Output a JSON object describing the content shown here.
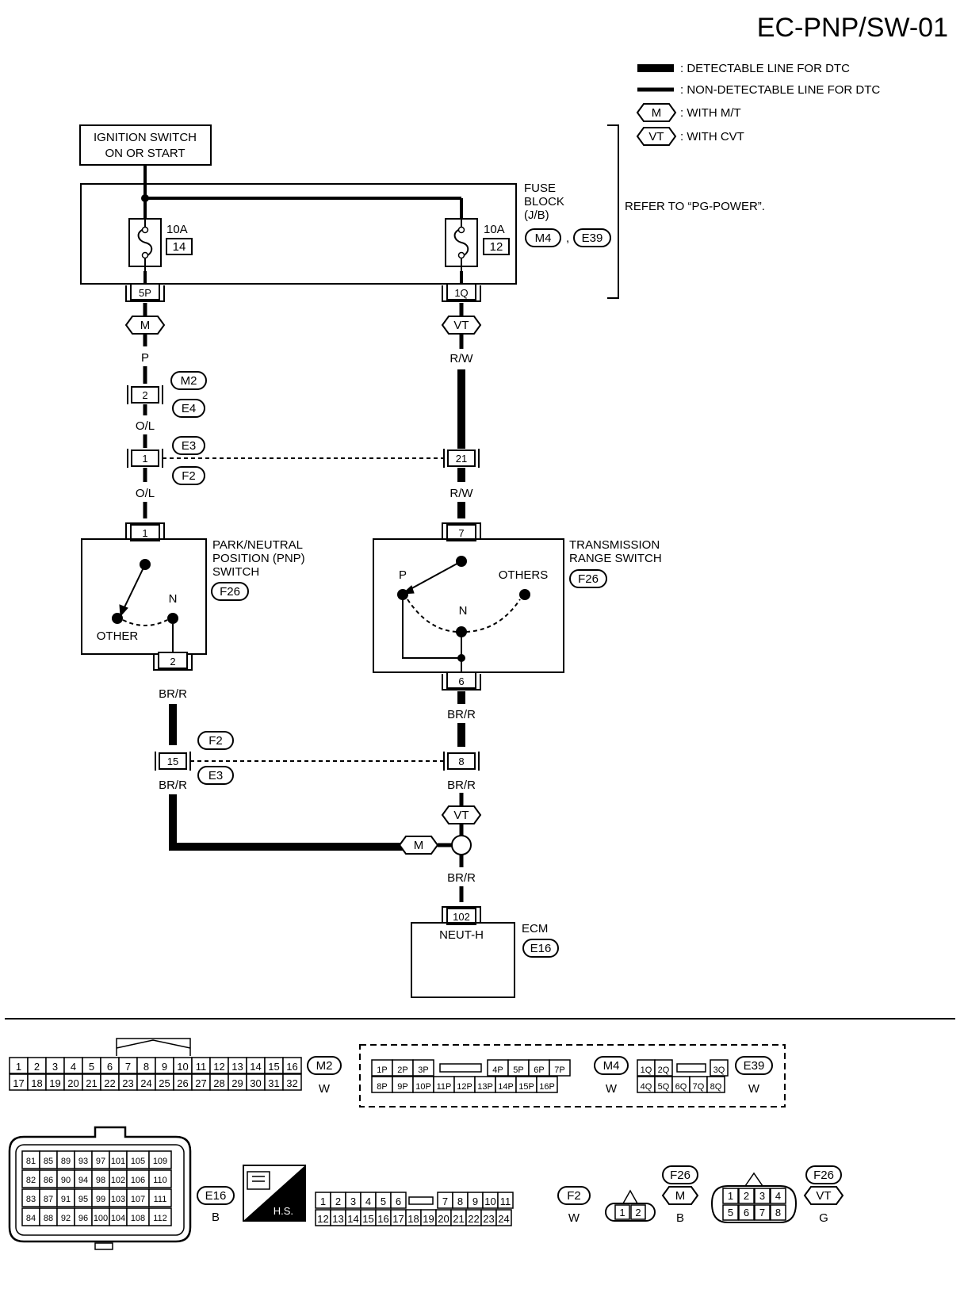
{
  "page": {
    "title": "EC-PNP/SW-01"
  },
  "legend": {
    "detectable": ": DETECTABLE LINE FOR DTC",
    "non_detectable": ": NON-DETECTABLE LINE FOR DTC",
    "mt_tag": "M",
    "mt_text": ": WITH M/T",
    "cvt_tag": "VT",
    "cvt_text": ": WITH CVT"
  },
  "ignition": {
    "line1": "IGNITION SWITCH",
    "line2": "ON OR START"
  },
  "fuse_block": {
    "line1": "FUSE",
    "line2": "BLOCK",
    "line3": "(J/B)",
    "conn_a": "M4",
    "comma": ",",
    "conn_b": "E39",
    "refer": "REFER TO “PG-POWER”.",
    "fuse_left_amp": "10A",
    "fuse_left_num": "14",
    "fuse_right_amp": "10A",
    "fuse_right_num": "12",
    "term_left": "5P",
    "term_right": "1Q"
  },
  "left_branch": {
    "tag": "M",
    "wire_p": "P",
    "conn_m2": "M2",
    "conn_e4": "E4",
    "pin2": "2",
    "wire_ol1": "O/L",
    "conn_e3": "E3",
    "conn_f2": "F2",
    "pin1": "1",
    "wire_ol2": "O/L",
    "pnp_pin1": "1"
  },
  "right_branch": {
    "tag": "VT",
    "wire_rw1": "R/W",
    "pin21": "21",
    "wire_rw2": "R/W",
    "trs_pin7": "7"
  },
  "pnp_switch": {
    "line1": "PARK/NEUTRAL",
    "line2": "POSITION (PNP)",
    "line3": "SWITCH",
    "conn": "F26",
    "n_label": "N",
    "other_label": "OTHER",
    "pin2": "2",
    "wire_brr1": "BR/R"
  },
  "trs_switch": {
    "line1": "TRANSMISSION",
    "line2": "RANGE SWITCH",
    "conn": "F26",
    "p_label": "P",
    "others_label": "OTHERS",
    "n_label": "N",
    "pin6": "6",
    "wire_brr": "BR/R"
  },
  "lower": {
    "conn_f2": "F2",
    "conn_e3": "E3",
    "pin15": "15",
    "pin8": "8",
    "wire_brr_left": "BR/R",
    "wire_brr_right": "BR/R",
    "vt_tag": "VT",
    "m_tag": "M",
    "wire_brr_ecm": "BR/R"
  },
  "ecm": {
    "label": "ECM",
    "conn": "E16",
    "pin": "102",
    "terminal": "NEUT-H"
  },
  "connectors": {
    "m2": {
      "name": "M2",
      "color": "W",
      "row1": [
        "1",
        "2",
        "3",
        "4",
        "5",
        "6",
        "7",
        "8",
        "9",
        "10",
        "11",
        "12",
        "13",
        "14",
        "15",
        "16"
      ],
      "row2": [
        "17",
        "18",
        "19",
        "20",
        "21",
        "22",
        "23",
        "24",
        "25",
        "26",
        "27",
        "28",
        "29",
        "30",
        "31",
        "32"
      ]
    },
    "m4": {
      "name": "M4",
      "color": "W",
      "row1a": [
        "1P",
        "2P",
        "3P"
      ],
      "row1b": [
        "4P",
        "5P",
        "6P",
        "7P"
      ],
      "row2": [
        "8P",
        "9P",
        "10P",
        "11P",
        "12P",
        "13P",
        "14P",
        "15P",
        "16P"
      ]
    },
    "e39": {
      "name": "E39",
      "color": "W",
      "row1a": [
        "1Q",
        "2Q"
      ],
      "row1b": [
        "3Q"
      ],
      "row2": [
        "4Q",
        "5Q",
        "6Q",
        "7Q",
        "8Q"
      ]
    },
    "e16": {
      "name": "E16",
      "color": "B",
      "rows": [
        [
          "81",
          "85",
          "89",
          "93",
          "97",
          "101",
          "105",
          "109"
        ],
        [
          "82",
          "86",
          "90",
          "94",
          "98",
          "102",
          "106",
          "110"
        ],
        [
          "83",
          "87",
          "91",
          "95",
          "99",
          "103",
          "107",
          "111"
        ],
        [
          "84",
          "88",
          "92",
          "96",
          "100",
          "104",
          "108",
          "112"
        ]
      ]
    },
    "hs": {
      "label": "H.S."
    },
    "f2": {
      "name": "F2",
      "color": "W",
      "row1a": [
        "1",
        "2",
        "3",
        "4",
        "5",
        "6"
      ],
      "row1b": [
        "7",
        "8",
        "9",
        "10",
        "11"
      ],
      "row2": [
        "12",
        "13",
        "14",
        "15",
        "16",
        "17",
        "18",
        "19",
        "20",
        "21",
        "22",
        "23",
        "24"
      ]
    },
    "f26m": {
      "name": "F26",
      "tag": "M",
      "color": "B",
      "pins": [
        "1",
        "2"
      ]
    },
    "f26vt": {
      "name": "F26",
      "tag": "VT",
      "color": "G",
      "row1": [
        "1",
        "2",
        "3",
        "4"
      ],
      "row2": [
        "5",
        "6",
        "7",
        "8"
      ]
    }
  }
}
